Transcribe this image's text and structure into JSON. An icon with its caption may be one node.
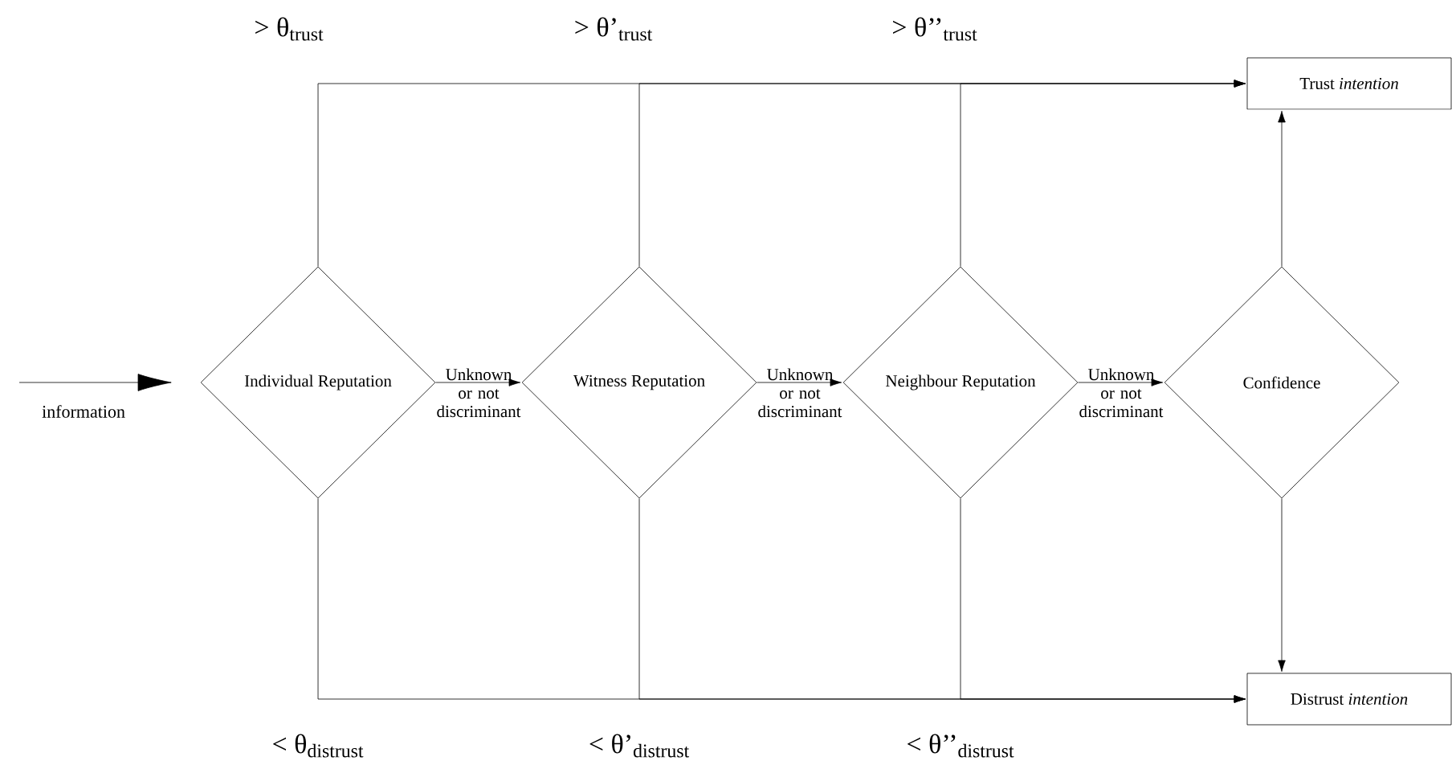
{
  "diagram": {
    "nodes": [
      {
        "text": [
          "Individual Reputation"
        ]
      },
      {
        "text": [
          "Witness Reputation"
        ]
      },
      {
        "text": [
          "Neighbour Reputation"
        ]
      },
      {
        "text": [
          "Confidence"
        ]
      },
      {
        "text": [
          "Trust *intention*"
        ]
      },
      {
        "text": [
          "Distrust *intention*"
        ]
      }
    ],
    "edges": [
      {
        "from": null,
        "to": 0,
        "arrow": "to",
        "label": "information"
      },
      {
        "from": 0,
        "to": 1,
        "arrow": "to",
        "label": "Unknown or not discriminant"
      },
      {
        "from": 1,
        "to": 2,
        "arrow": "to",
        "label": "Unknown or not discriminant"
      },
      {
        "from": 2,
        "to": 3,
        "arrow": "to",
        "label": "Unknown or not discriminant"
      },
      {
        "from": 0,
        "to": 4,
        "arrow": "to",
        "label": "> θ$_{trust}$"
      },
      {
        "from": 1,
        "to": 4,
        "arrow": "to",
        "label": "> θ’$_{trust}$"
      },
      {
        "from": 2,
        "to": 4,
        "arrow": "to",
        "label": "> θ’’$_{trust}$"
      },
      {
        "from": 3,
        "to": 4,
        "arrow": "to"
      },
      {
        "from": 0,
        "to": 5,
        "arrow": "to",
        "label": "< θ$_{distrust}$"
      },
      {
        "from": 1,
        "to": 5,
        "arrow": "to",
        "label": "< θ’$_{distrust}$"
      },
      {
        "from": 2,
        "to": 5,
        "arrow": "to",
        "label": "< θ’’$_{distrust}$"
      },
      {
        "from": 3,
        "to": 5,
        "arrow": "to"
      }
    ]
  }
}
